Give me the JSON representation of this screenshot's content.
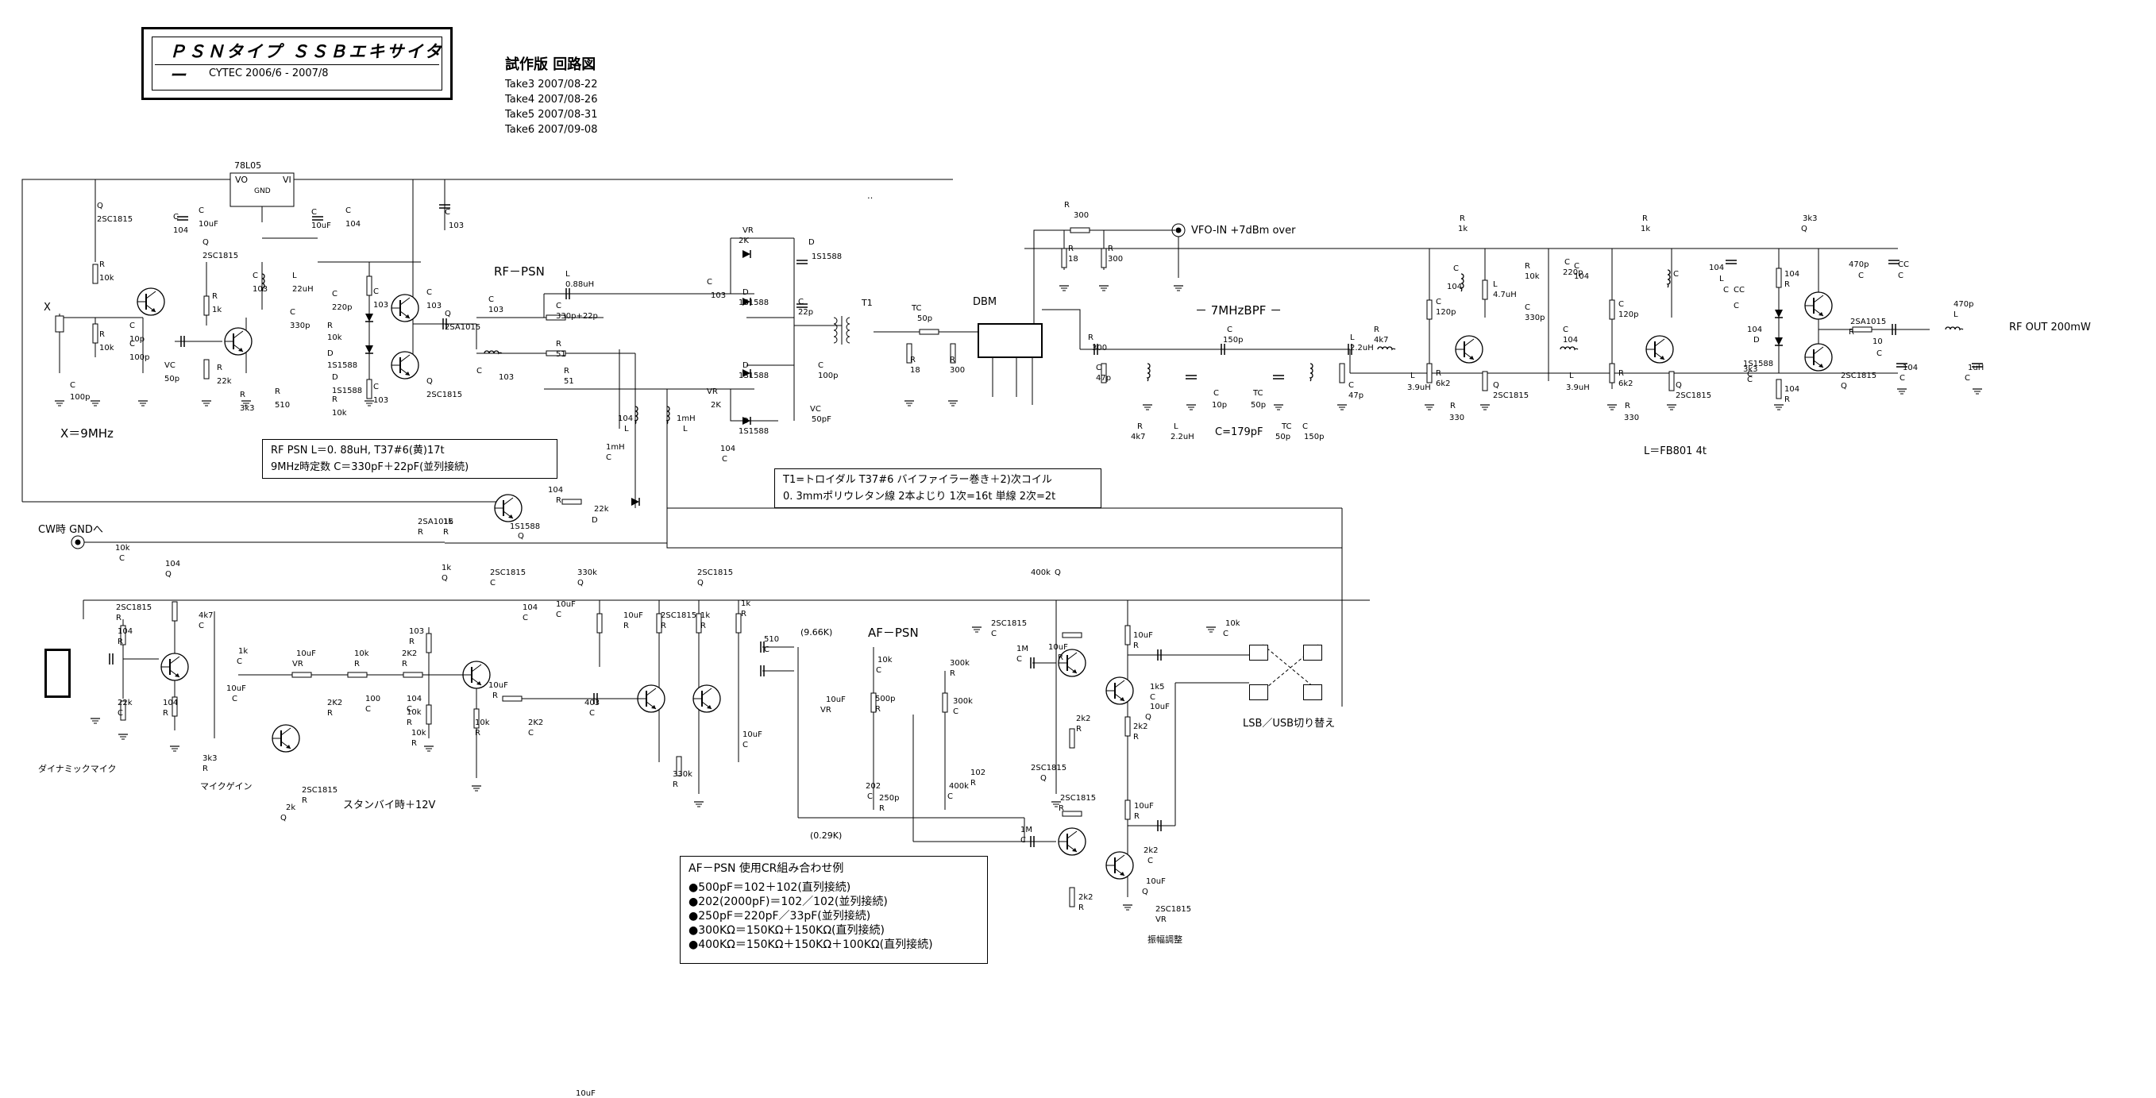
{
  "title": {
    "main": "ＰＳＮタイプ ＳＳＢエキサイター",
    "sub": "CYTEC  2006/6 - 2007/8"
  },
  "revision": {
    "heading": "試作版  回路図",
    "takes": [
      "Take3 2007/08-22",
      "Take4 2007/08-26",
      "Take5 2007/08-31",
      "Take6 2007/09-08"
    ]
  },
  "labels": {
    "rf_psn": "RF－PSN",
    "x_freq": "X＝9MHz",
    "x": "X",
    "vfo_in": "VFO-IN +7dBm over",
    "dbm": "DBM",
    "bpf": "－  7MHzBPF －",
    "c179": "C=179pF",
    "rf_out": "RF OUT 200mW",
    "fb801": "L＝FB801   4t",
    "cw": "CW時  GNDへ",
    "mic": "ダイナミックマイク",
    "mic_gain": "マイクゲイン",
    "standby": "スタンバイ時＋12V",
    "af_psn": "AF－PSN",
    "f_966": "(9.66K)",
    "f_029": "(0.29K)",
    "lsb_usb": "LSB／USB切り替え",
    "amp_adj": "振幅調整",
    "t1": "T1",
    "reg": "78L05",
    "reg_vo": "VO",
    "reg_vi": "VI",
    "reg_gnd": "GND",
    "dots": "‥"
  },
  "parts": [
    "Q",
    "2SC1815",
    "C",
    "104",
    "C",
    "10uF",
    "C",
    "10uF",
    "C",
    "104",
    "C",
    "103",
    "Q",
    "2SC1815",
    "R",
    "10k",
    "R",
    "10k",
    "C",
    "10p",
    "C",
    "100p",
    "C",
    "100p",
    "VC",
    "50p",
    "R",
    "1k",
    "R",
    "22k",
    "R",
    "3k3",
    "R",
    "510",
    "C",
    "103",
    "L",
    "22uH",
    "C",
    "330p",
    "C",
    "220p",
    "C",
    "103",
    "R",
    "10k",
    "D",
    "1S1588",
    "D",
    "1S1588",
    "C",
    "103",
    "R",
    "10k",
    "C",
    "103",
    "Q",
    "2SC1815",
    "Q",
    "2SA1015",
    "C",
    "103",
    "C",
    "330p+22p",
    "R",
    "51",
    "R",
    "51",
    "C",
    "103",
    "L",
    "0.88uH",
    "C",
    "103",
    "VR",
    "2K",
    "VR",
    "2K",
    "D",
    "1S1588",
    "D",
    "1S1588",
    "D",
    "1S1588",
    "D",
    "1S1588",
    "C",
    "22p",
    "C",
    "100p",
    "VC",
    "50pF",
    "TC",
    "50p",
    "R",
    "18",
    "R",
    "300",
    "R",
    "300",
    "R",
    "18",
    "R",
    "300",
    "R",
    "300",
    "C",
    "47p",
    "R",
    "4k7",
    "L",
    "2.2uH",
    "C",
    "150p",
    "C",
    "10p",
    "TC",
    "50p",
    "TC",
    "50p",
    "C",
    "150p",
    "L",
    "2.2uH",
    "C",
    "47p",
    "R",
    "4k7",
    "L",
    "3.9uH",
    "C",
    "120p",
    "R",
    "6k2",
    "R",
    "1k",
    "Q",
    "2SC1815",
    "R",
    "330",
    "C",
    "104",
    "L",
    "4.7uH",
    "R",
    "10k",
    "C",
    "330p",
    "C",
    "220p",
    "C",
    "104",
    "C",
    "104",
    "L",
    "3.9uH",
    "C",
    "120p",
    "R",
    "6k2",
    "R",
    "1k",
    "Q",
    "2SC1815",
    "R",
    "330",
    "C",
    "104",
    "L",
    "C",
    "CC",
    "C",
    "104",
    "D",
    "1S1588",
    "C",
    "104",
    "R",
    "3k3",
    "C",
    "104",
    "R",
    "3k3",
    "Q",
    "2SC1815",
    "Q",
    "2SA1015",
    "R",
    "10",
    "C",
    "104",
    "C",
    "470p",
    "L",
    "1uH",
    "C",
    "470p",
    "C",
    "CC",
    "C",
    "104",
    "L",
    "1mH",
    "L",
    "1mH",
    "C",
    "104",
    "C",
    "104",
    "R",
    "22k",
    "D",
    "1S1588",
    "Q",
    "2SA1015",
    "R",
    "1k",
    "R",
    "10k",
    "C",
    "104",
    "Q",
    "2SC1815",
    "R",
    "4k7",
    "C",
    "104",
    "R",
    "22k",
    "C",
    "104",
    "R",
    "3k3",
    "R",
    "1k",
    "C",
    "10uF",
    "C",
    "10uF",
    "VR",
    "10k",
    "R",
    "2K2",
    "R",
    "2K2",
    "R",
    "100",
    "C",
    "104",
    "C",
    "103",
    "R",
    "10k",
    "R",
    "10k",
    "R",
    "10k",
    "R",
    "1k",
    "Q",
    "2SC1815",
    "C",
    "104",
    "C",
    "10uF",
    "C",
    "10uF",
    "R",
    "2K2",
    "C",
    "403",
    "C",
    "10uF",
    "R",
    "330k",
    "Q",
    "2SC1815",
    "Q",
    "2SC1815",
    "R",
    "1k",
    "R",
    "1k",
    "R",
    "330k",
    "R",
    "510",
    "C",
    "10uF",
    "C",
    "10uF",
    "VR",
    "10k",
    "C",
    "500p",
    "R",
    "300k",
    "R",
    "300k",
    "C",
    "202",
    "C",
    "250p",
    "R",
    "400k",
    "C",
    "102",
    "R",
    "400k",
    "Q",
    "2SC1815",
    "C",
    "10uF",
    "R",
    "1M",
    "C",
    "10uF",
    "R",
    "2k2",
    "R",
    "2k2",
    "R",
    "1k5",
    "C",
    "10uF",
    "Q",
    "2SC1815",
    "Q",
    "2SC1815",
    "R",
    "1M",
    "C",
    "10uF",
    "R",
    "2k2",
    "R",
    "2k2",
    "C",
    "10uF",
    "Q",
    "2SC1815",
    "VR",
    "2k",
    "Q",
    "2SC1815",
    "R",
    "10k",
    "C",
    "10uF"
  ],
  "notes": {
    "rf_psn": [
      "RF  PSN         L＝0. 88uH, T37#6(黄)17t",
      "9MHz時定数      C＝330pF＋22pF(並列接続)"
    ],
    "t1": [
      "T1=トロイダル  T37#6  バイファイラー巻き＋2)次コイル",
      "0. 3mmポリウレタン線  2本よじり  1次=16t  単線  2次=2t"
    ]
  },
  "cr_table": {
    "title": "AF－PSN  使用CR組み合わせ例",
    "rows": [
      "●500pF＝102＋102(直列接続)",
      "●202(2000pF)＝102／102(並列接続)",
      "●250pF＝220pF／33pF(並列接続)",
      "●300KΩ＝150KΩ＋150KΩ(直列接続)",
      "●400KΩ＝150KΩ＋150KΩ＋100KΩ(直列接続)"
    ]
  }
}
